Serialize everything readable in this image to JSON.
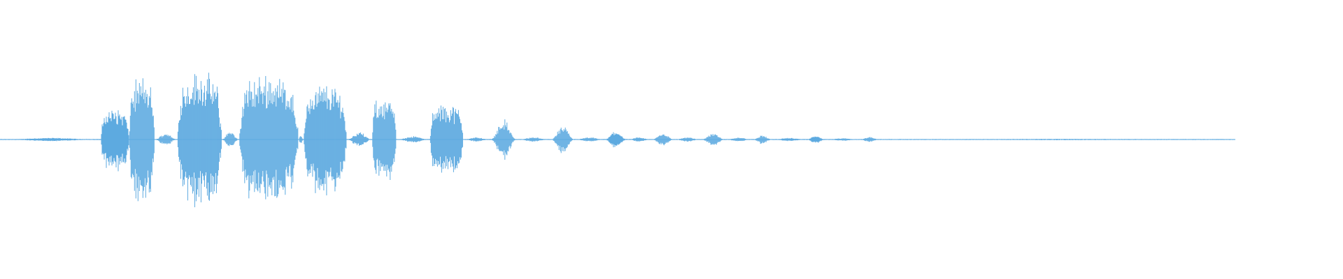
{
  "waveform": {
    "color": "#5DAAE0",
    "background": "#FFFFFF",
    "bursts": [
      {
        "start": 0.0,
        "end": 0.075,
        "amp": 0.015
      },
      {
        "start": 0.075,
        "end": 0.096,
        "amp": 0.28
      },
      {
        "start": 0.096,
        "end": 0.115,
        "amp": 0.55
      },
      {
        "start": 0.115,
        "end": 0.132,
        "amp": 0.06
      },
      {
        "start": 0.132,
        "end": 0.165,
        "amp": 0.6
      },
      {
        "start": 0.165,
        "end": 0.178,
        "amp": 0.08
      },
      {
        "start": 0.178,
        "end": 0.222,
        "amp": 0.58
      },
      {
        "start": 0.222,
        "end": 0.226,
        "amp": 0.04
      },
      {
        "start": 0.226,
        "end": 0.258,
        "amp": 0.5
      },
      {
        "start": 0.258,
        "end": 0.277,
        "amp": 0.07
      },
      {
        "start": 0.277,
        "end": 0.295,
        "amp": 0.38
      },
      {
        "start": 0.295,
        "end": 0.32,
        "amp": 0.03
      },
      {
        "start": 0.32,
        "end": 0.345,
        "amp": 0.32
      },
      {
        "start": 0.345,
        "end": 0.365,
        "amp": 0.02
      },
      {
        "start": 0.365,
        "end": 0.385,
        "amp": 0.18
      },
      {
        "start": 0.385,
        "end": 0.41,
        "amp": 0.02
      },
      {
        "start": 0.41,
        "end": 0.428,
        "amp": 0.12
      },
      {
        "start": 0.428,
        "end": 0.45,
        "amp": 0.02
      },
      {
        "start": 0.45,
        "end": 0.467,
        "amp": 0.08
      },
      {
        "start": 0.467,
        "end": 0.485,
        "amp": 0.02
      },
      {
        "start": 0.485,
        "end": 0.502,
        "amp": 0.06
      },
      {
        "start": 0.502,
        "end": 0.522,
        "amp": 0.02
      },
      {
        "start": 0.522,
        "end": 0.54,
        "amp": 0.06
      },
      {
        "start": 0.54,
        "end": 0.56,
        "amp": 0.02
      },
      {
        "start": 0.56,
        "end": 0.575,
        "amp": 0.04
      },
      {
        "start": 0.575,
        "end": 0.6,
        "amp": 0.015
      },
      {
        "start": 0.6,
        "end": 0.615,
        "amp": 0.035
      },
      {
        "start": 0.615,
        "end": 0.64,
        "amp": 0.012
      },
      {
        "start": 0.64,
        "end": 0.655,
        "amp": 0.025
      },
      {
        "start": 0.655,
        "end": 0.92,
        "amp": 0.006
      }
    ]
  }
}
